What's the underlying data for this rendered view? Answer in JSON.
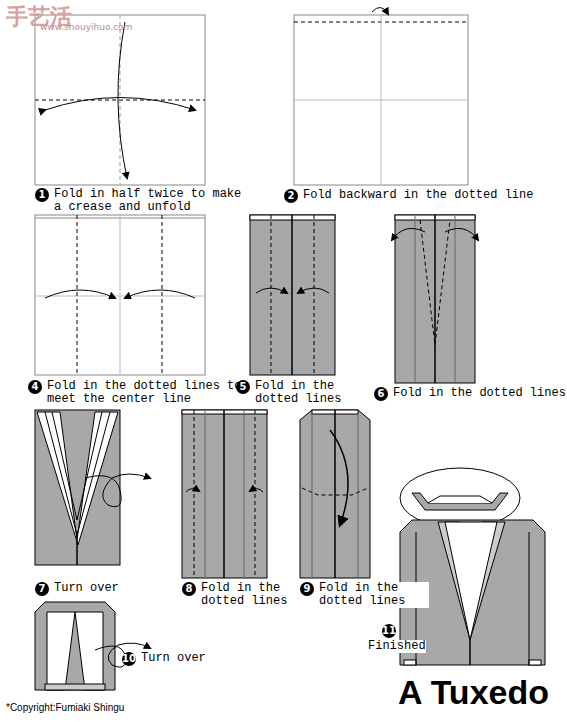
{
  "diagram": {
    "title": "A Tuxedo",
    "nodes": [
      {
        "text": [
          "1",
          "Fold in half twice to make a crease and unfold"
        ]
      },
      {
        "text": [
          "2",
          "Fold backward in the dotted line"
        ]
      },
      {
        "text": [
          "4",
          "Fold in the dotted lines to meet the center line"
        ]
      },
      {
        "text": [
          "5",
          "Fold in the dotted lines"
        ]
      },
      {
        "text": [
          "6",
          "Fold in the dotted lines"
        ]
      },
      {
        "text": [
          "7",
          "Turn over"
        ]
      },
      {
        "text": [
          "8",
          "Fold in the dotted lines"
        ]
      },
      {
        "text": [
          "9",
          "Fold in the dotted lines"
        ]
      },
      {
        "text": [
          "10",
          "Turn over"
        ]
      },
      {
        "text": [
          "11",
          "Finished"
        ]
      }
    ],
    "labels": [
      "手艺活",
      "www.shouyihuo.com",
      "*Copyright:Fumiaki Shingu"
    ]
  }
}
